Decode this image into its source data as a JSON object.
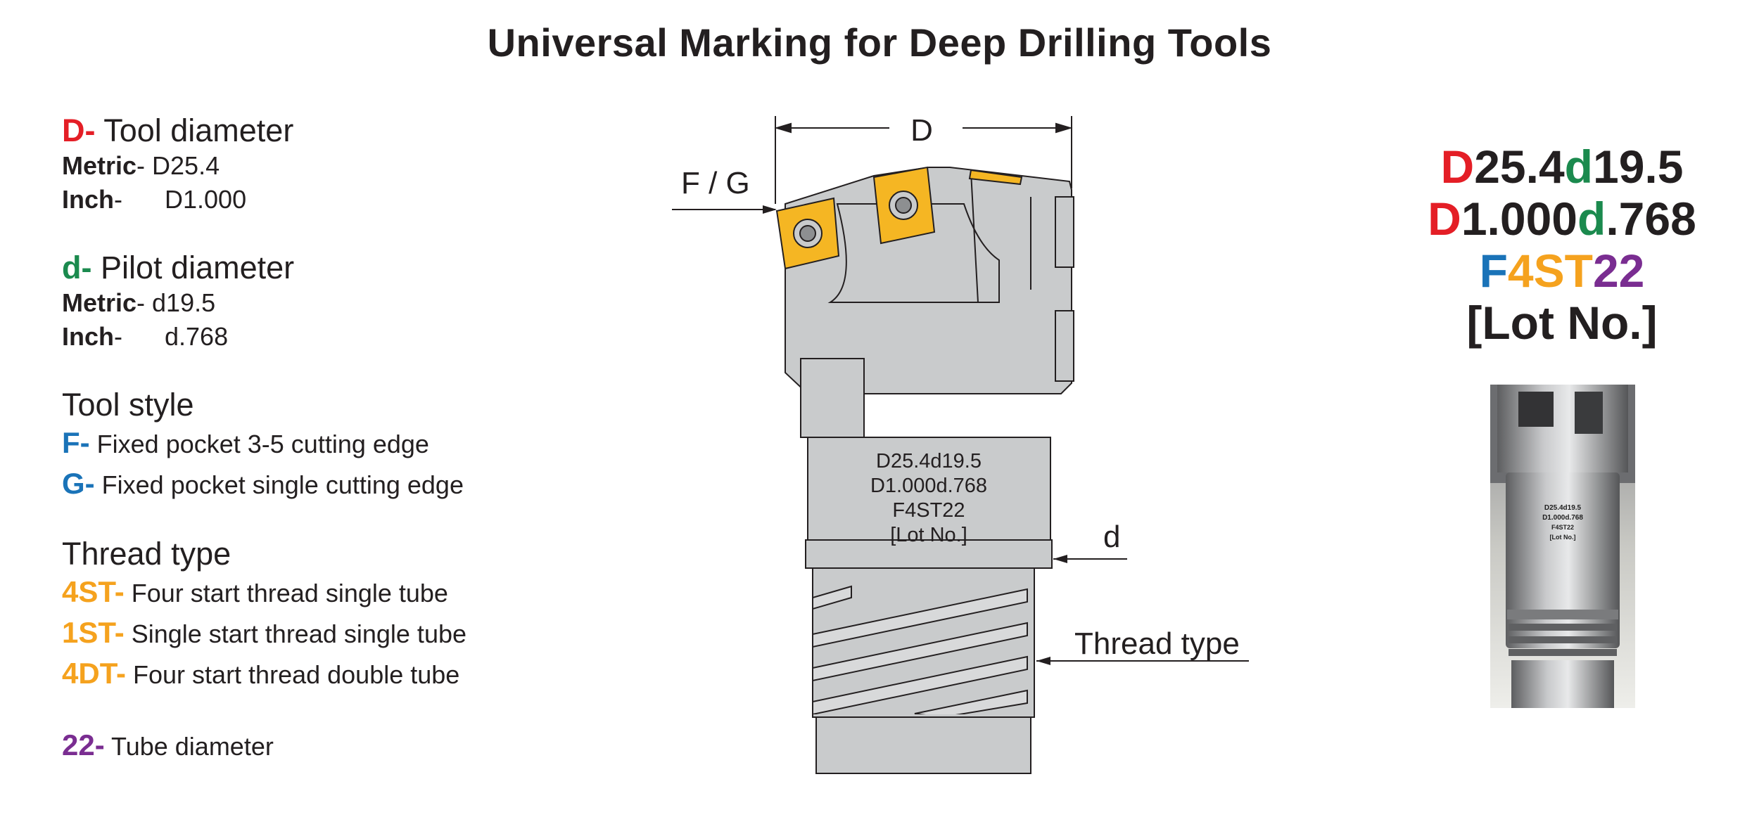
{
  "title": "Universal Marking for Deep Drilling Tools",
  "legend": {
    "diameter": {
      "key": "D",
      "sep": "-",
      "label": " Tool diameter",
      "metric_label": "Metric",
      "metric_value": "- D25.4",
      "inch_label": "Inch",
      "inch_value": "-      D1.000"
    },
    "pilot": {
      "key": "d",
      "sep": "-",
      "label": " Pilot diameter",
      "metric_label": "Metric",
      "metric_value": "- d19.5",
      "inch_label": "Inch",
      "inch_value": "-      d.768"
    },
    "tool_style": {
      "heading": "Tool style",
      "items": [
        {
          "code": "F-",
          "text": " Fixed pocket 3-5 cutting edge"
        },
        {
          "code": "G-",
          "text": " Fixed pocket single cutting edge"
        }
      ]
    },
    "thread_type": {
      "heading": "Thread type",
      "items": [
        {
          "code": "4ST-",
          "text": " Four start thread single tube"
        },
        {
          "code": "1ST-",
          "text": " Single start thread single tube"
        },
        {
          "code": "4DT-",
          "text": " Four start thread double tube"
        }
      ]
    },
    "tube": {
      "code": "22-",
      "text": " Tube diameter"
    }
  },
  "sample_marking": {
    "line1": [
      {
        "t": "D",
        "c": "#e41e26"
      },
      {
        "t": "25.4",
        "c": "#231f20"
      },
      {
        "t": "d",
        "c": "#1b8a4e"
      },
      {
        "t": "19.5",
        "c": "#231f20"
      }
    ],
    "line2": [
      {
        "t": "D",
        "c": "#e41e26"
      },
      {
        "t": "1.000",
        "c": "#231f20"
      },
      {
        "t": "d",
        "c": "#1b8a4e"
      },
      {
        "t": ".768",
        "c": "#231f20"
      }
    ],
    "line3": [
      {
        "t": "F",
        "c": "#1a73b8"
      },
      {
        "t": "4ST",
        "c": "#f5a21e"
      },
      {
        "t": "22",
        "c": "#7a2d91"
      }
    ],
    "line4": [
      {
        "t": "[Lot No.]",
        "c": "#231f20"
      }
    ]
  },
  "diagram": {
    "label_D": "D",
    "label_fg": "F / G",
    "label_d": "d",
    "label_thread": "Thread type",
    "engraving": [
      "D25.4d19.5",
      "D1.000d.768",
      "F4ST22",
      "[Lot No.]"
    ]
  },
  "photo": {
    "engraving": [
      "D25.4d19.5",
      "D1.000d.768",
      "F4ST22",
      "[Lot No.]"
    ]
  },
  "colors": {
    "diameter": "#e41e26",
    "pilot": "#1b8a4e",
    "style": "#1a73b8",
    "thread": "#f5a21e",
    "tube": "#7a2d91",
    "insert": "#f5b623",
    "body": "#c9cbcc"
  }
}
